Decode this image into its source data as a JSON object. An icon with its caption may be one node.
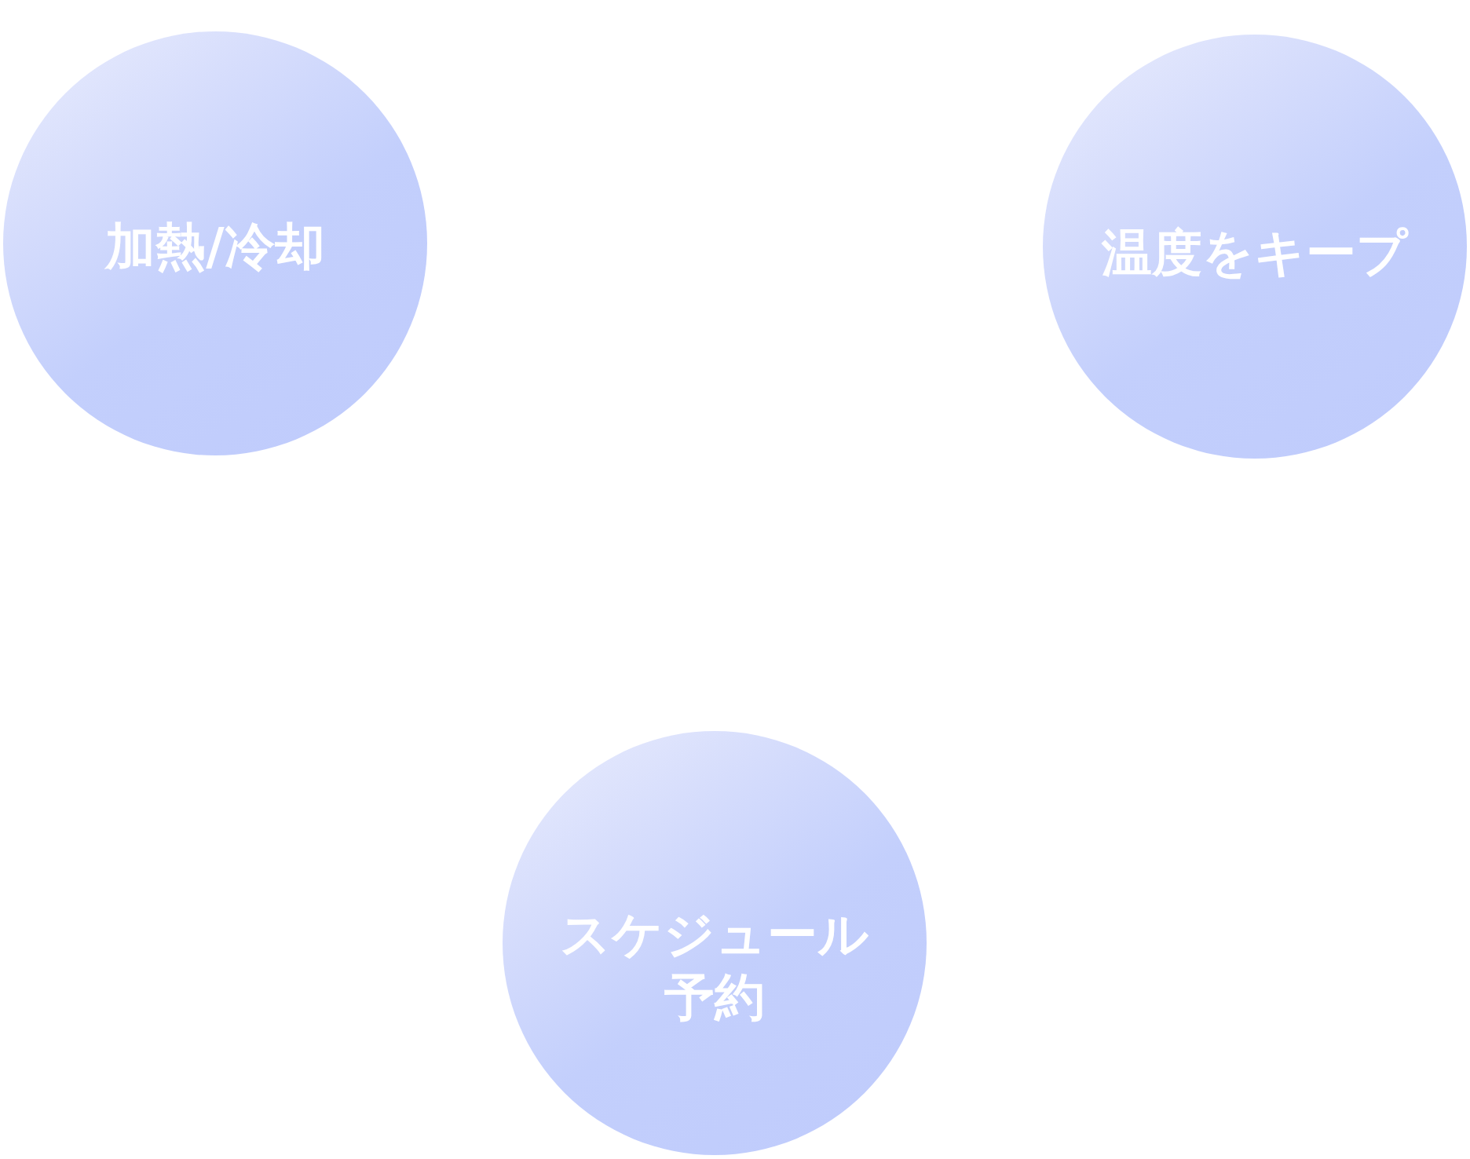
{
  "diagram": {
    "nodes": [
      {
        "text": [
          "加熱/冷却"
        ]
      },
      {
        "text": [
          "温度をキープ"
        ]
      },
      {
        "text": [
          "スケジュール予約"
        ]
      }
    ]
  }
}
